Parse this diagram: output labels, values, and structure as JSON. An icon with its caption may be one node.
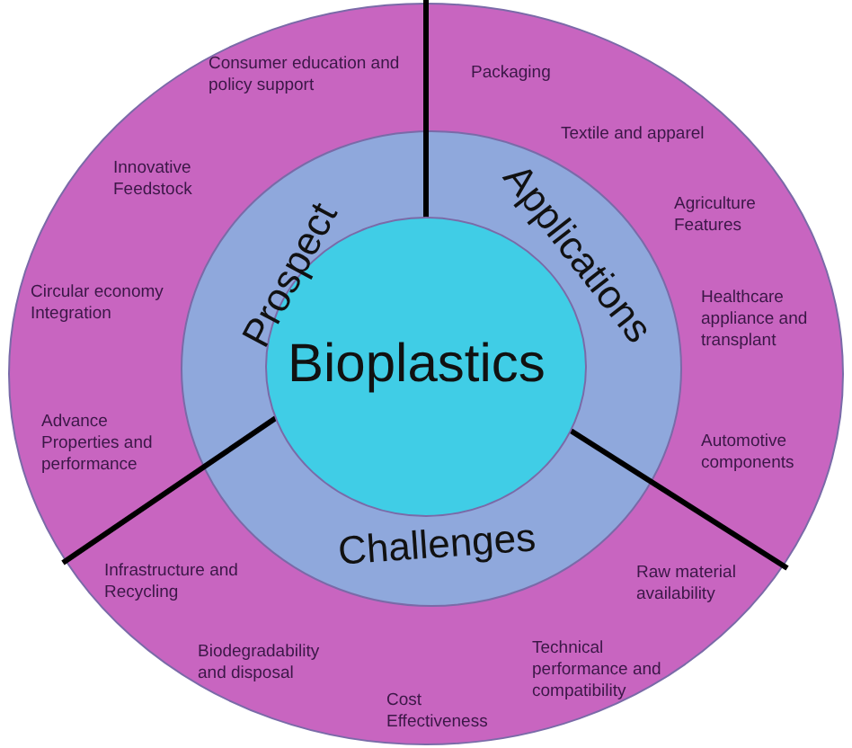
{
  "diagram": {
    "nodes": [
      {
        "text": [
          "Consumer education and policy support",
          "Innovative Feedstock",
          "Circular economy Integration",
          "Advance Properties and performance",
          "Packaging",
          "Textile and apparel",
          "Agriculture Features",
          "Healthcare appliance and transplant",
          "Automotive components",
          "Raw material availability",
          "Technical performance and compatibility",
          "Cost Effectiveness",
          "Biodegradability and disposal",
          "Infrastructure and Recycling"
        ]
      },
      {
        "text": [
          "Prospect",
          "Applications",
          "Challenges"
        ],
        "in": 0
      },
      {
        "text": [
          "Bioplastics"
        ],
        "in": 1
      }
    ],
    "edges": []
  }
}
